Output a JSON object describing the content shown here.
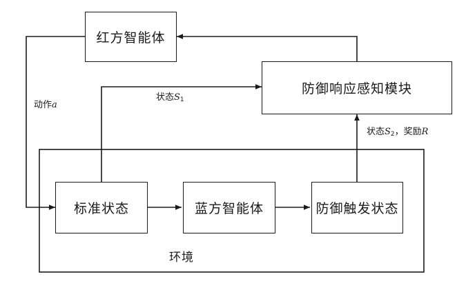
{
  "nodes": {
    "red_agent": "红方智能体",
    "defense_module": "防御响应感知模块",
    "standard_state": "标准状态",
    "blue_agent": "蓝方智能体",
    "defense_trigger": "防御触发状态"
  },
  "environment_label": "环境",
  "edges": {
    "action": {
      "text": "动作",
      "var": "a"
    },
    "state1": {
      "text": "状态",
      "var": "S",
      "sub": "1"
    },
    "state2_reward": {
      "text": "状态",
      "var": "S",
      "sub": "2",
      "sep": "，奖励",
      "var2": "R"
    }
  },
  "colors": {
    "line": "#1a1a1a",
    "background": "#ffffff"
  }
}
